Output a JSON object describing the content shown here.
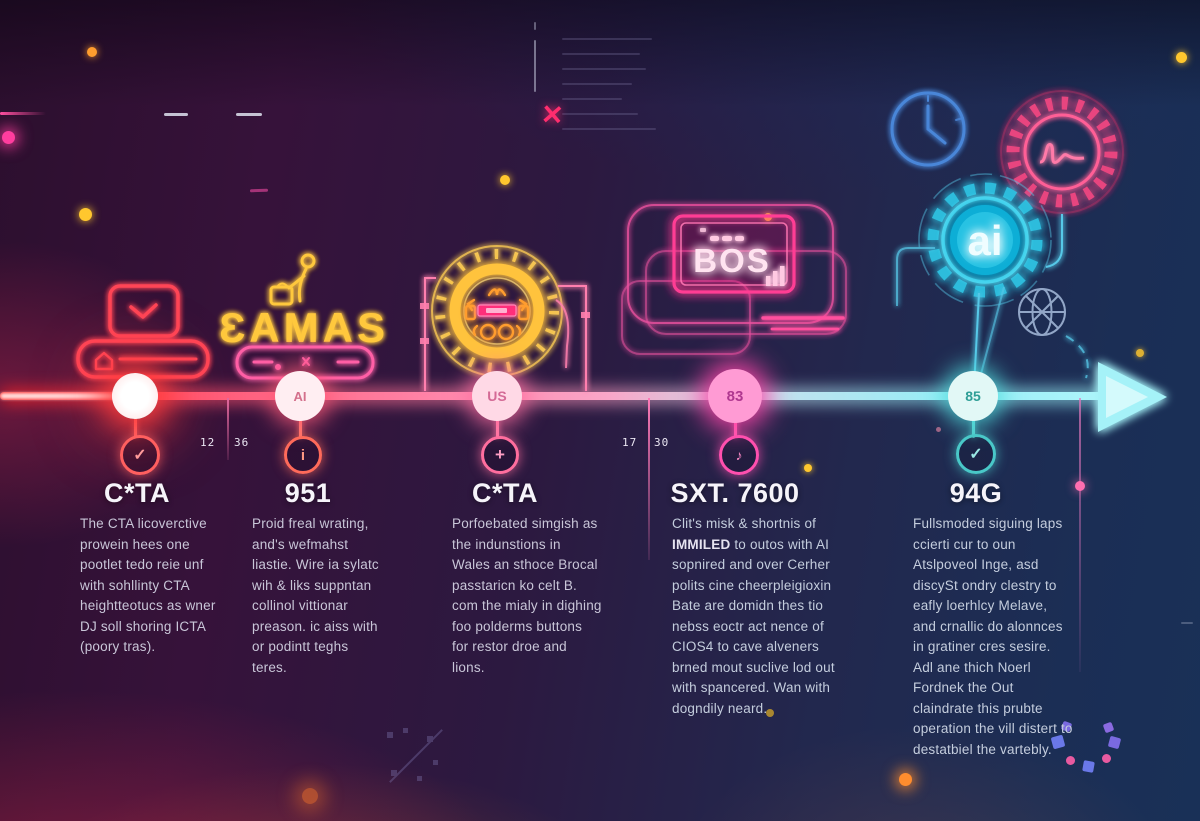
{
  "colors": {
    "accent_red": "#ff4456",
    "accent_yellow": "#ffc83d",
    "accent_pink": "#ff4f9e",
    "accent_cyan": "#35c8e8",
    "accent_blue": "#4a86d8",
    "timeline_left": "#ff2d2d",
    "timeline_right": "#9ff3fa"
  },
  "neon": {
    "eamas": "ƐAMAS",
    "bos": "BOS",
    "ai": "ai"
  },
  "icons": {
    "x_mark": "✕"
  },
  "timeline": {
    "nodes": [
      {
        "label": ""
      },
      {
        "label": "AI"
      },
      {
        "label": "US"
      },
      {
        "label": "83"
      },
      {
        "label": "85"
      }
    ],
    "markers": [
      {
        "glyph": "✓"
      },
      {
        "glyph": "i"
      },
      {
        "glyph": "+"
      },
      {
        "glyph": "♪"
      },
      {
        "glyph": "✓"
      }
    ],
    "ticks": [
      {
        "left": "12",
        "right": "36"
      },
      {
        "left": "17",
        "right": "30"
      }
    ]
  },
  "milestones": [
    {
      "title": "C*TA",
      "body": "The CTA licoverctive prowein hees one pootlet tedo reie unf with sohllinty CTA heightteotucs as wner DJ soll shoring ICTA (poory tras)."
    },
    {
      "title": "951",
      "body": "Proid freal wrating, and's wefmahst liastie. Wire ia sylatc wih & liks suppntan collinol vittionar preason. ic aiss with or podintt teghs teres."
    },
    {
      "title": "C*TA",
      "body": "Porfoebated simgish as the indunstions in Wales an sthoce Brocal passtaricn ko celt B. com the mialy in dighing foo polderms buttons for restor droe and lions."
    },
    {
      "title": "SXT. 7600",
      "body_prefix": "Clit's misk & shortnis of ",
      "body_bold": "IMMILED",
      "body_suffix": " to outos with AI sopnired and over Cerher polits cine cheerpleigioxin Bate are domidn thes tio nebss eoctr act nence of CIOS4 to cave alveners brned mout suclive lod out with spancered. Wan with dogndily neard."
    },
    {
      "title": "94G",
      "body": "Fullsmoded siguing laps ccierti cur to oun Atslpoveol Inge, asd discySt ondry clestry to eafly loerhlcy Melave, and crnallic do alonnces in gratiner cres sesire. Adl ane thich Noerl Fordnek the Out claindrate this prubte operation the vill distert to destatbiel the vartebly."
    }
  ]
}
